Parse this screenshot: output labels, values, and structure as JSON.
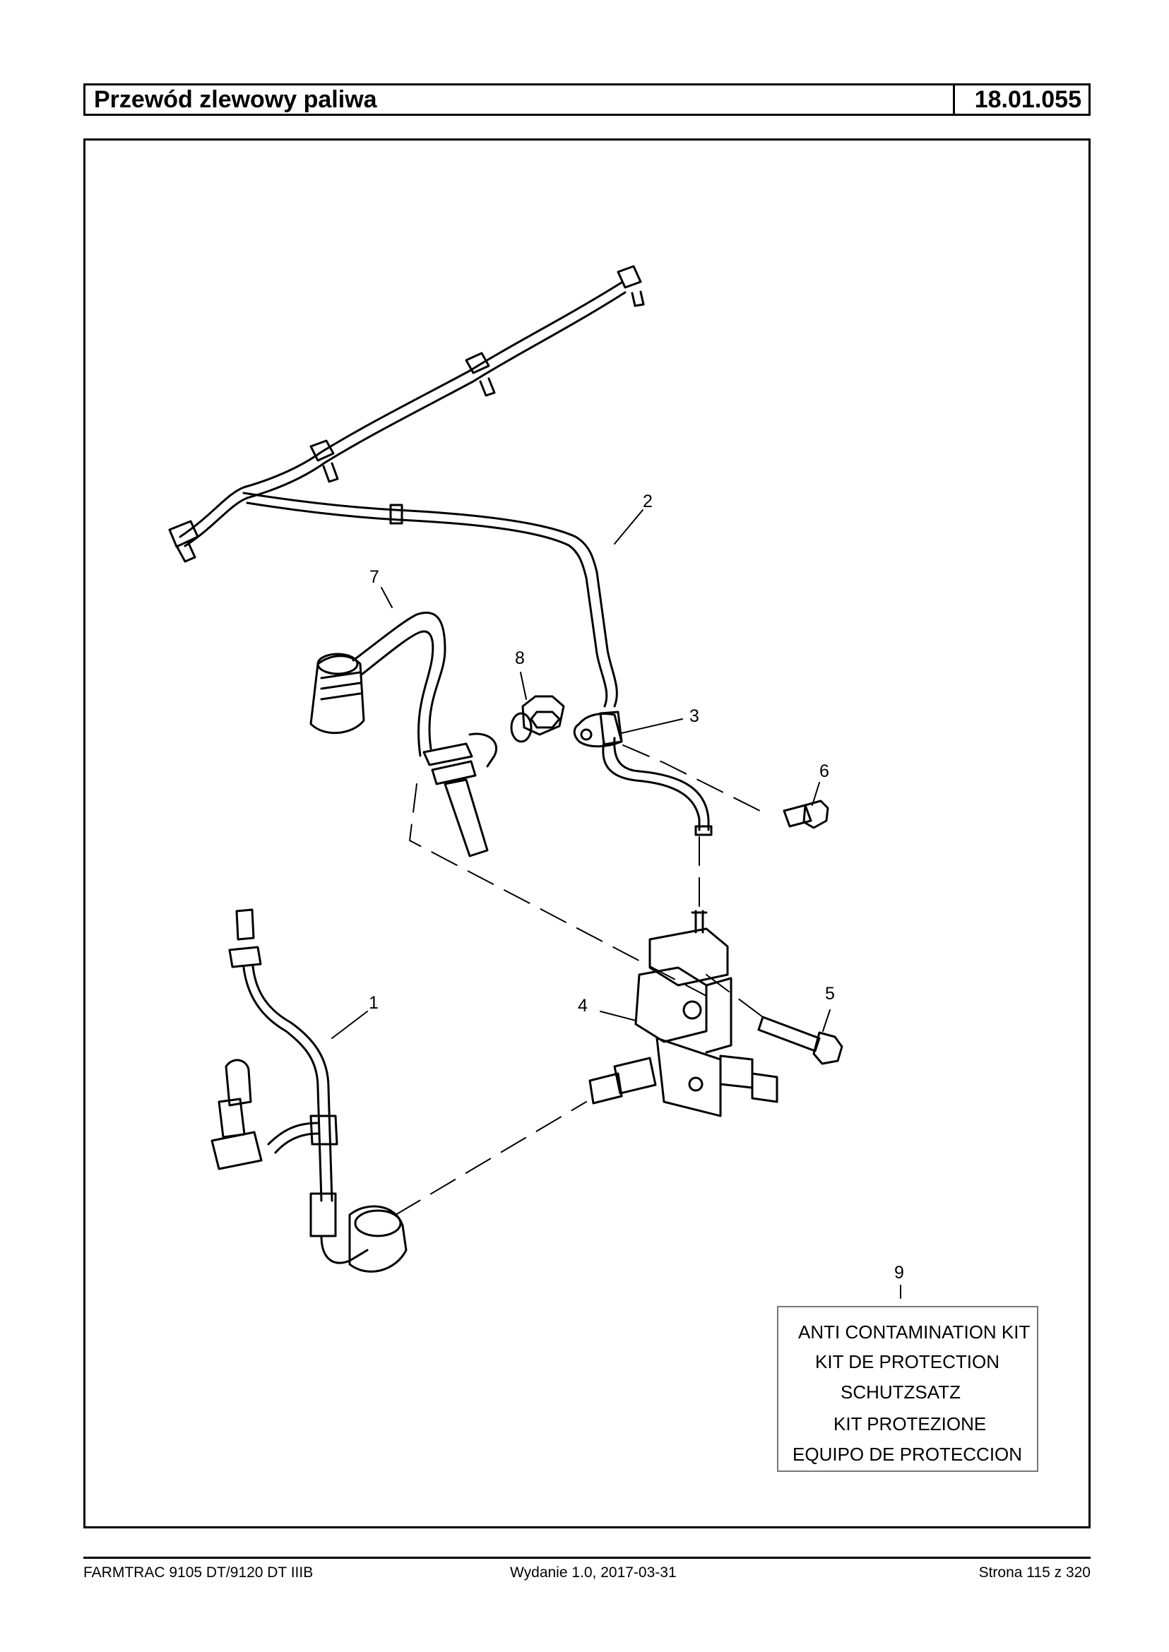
{
  "header": {
    "title": "Przewód zlewowy paliwa",
    "code": "18.01.055"
  },
  "diagram": {
    "callouts": [
      "1",
      "2",
      "3",
      "4",
      "5",
      "6",
      "7",
      "8",
      "9"
    ],
    "kit_box": {
      "lines": [
        "ANTI CONTAMINATION KIT",
        "KIT DE PROTECTION",
        "SCHUTZSATZ",
        "KIT PROTEZIONE",
        "EQUIPO DE PROTECCION"
      ]
    }
  },
  "footer": {
    "model": "FARMTRAC 9105 DT/9120 DT IIIB",
    "edition": "Wydanie 1.0,  2017-03-31",
    "page": "Strona 115 z 320"
  }
}
